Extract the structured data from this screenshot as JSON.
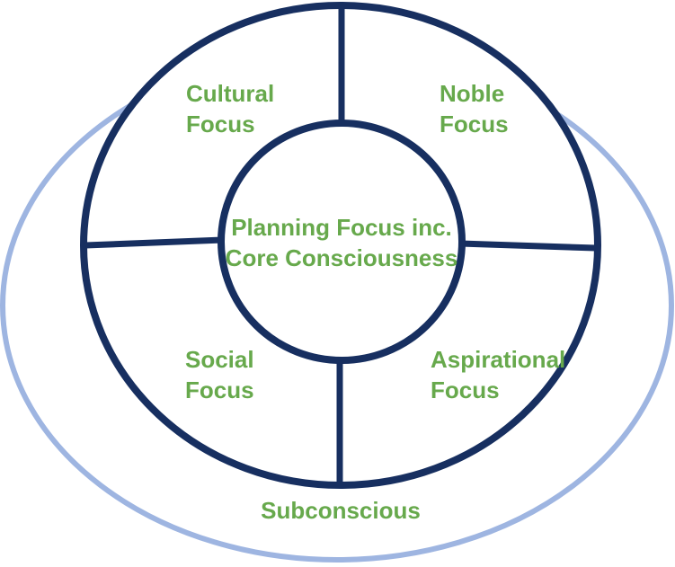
{
  "diagram": {
    "center": {
      "line1": "Planning Focus inc.",
      "line2": "Core Consciousness"
    },
    "quadrants": [
      {
        "id": "cultural",
        "line1": "Cultural",
        "line2": "Focus"
      },
      {
        "id": "noble",
        "line1": "Noble",
        "line2": "Focus"
      },
      {
        "id": "social",
        "line1": "Social",
        "line2": "Focus"
      },
      {
        "id": "aspirational",
        "line1": "Aspirational",
        "line2": "Focus"
      }
    ],
    "outer_label": "Subconscious",
    "colors": {
      "navy": "#172f60",
      "light_blue": "#9eb5e1",
      "green": "#67a94c",
      "background": "#ffffff"
    }
  }
}
